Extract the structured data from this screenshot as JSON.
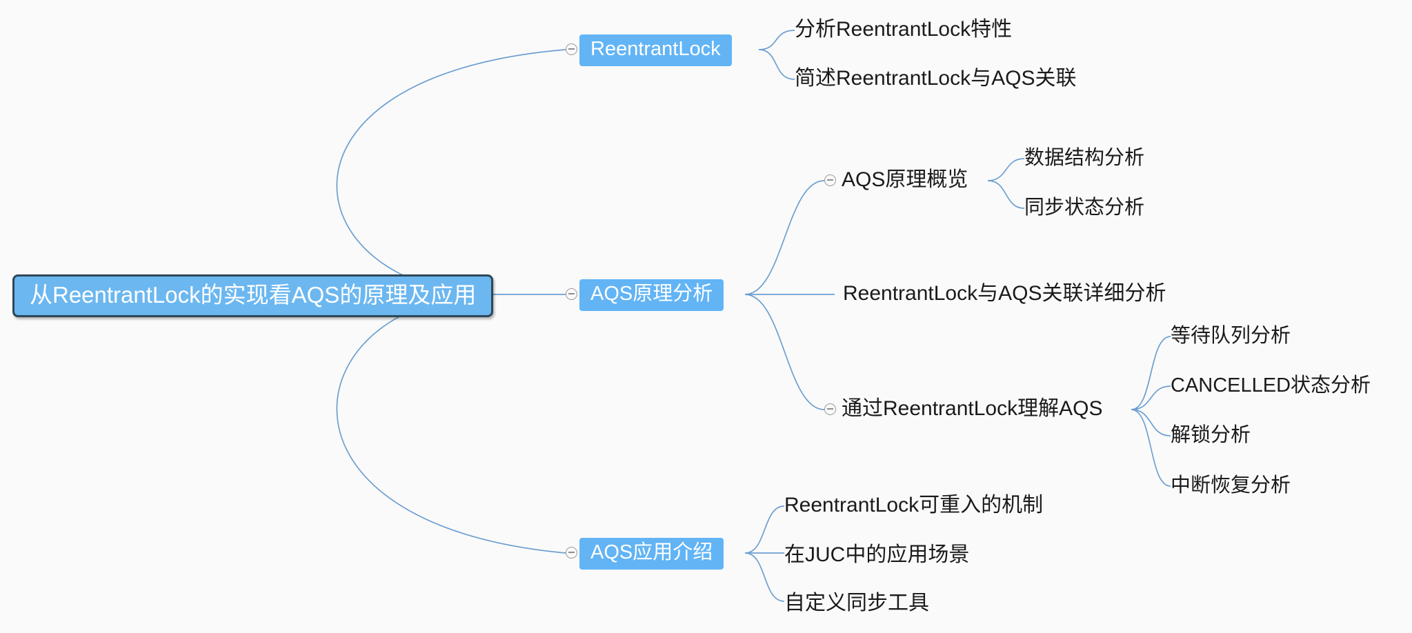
{
  "document": {
    "type": "mindmap",
    "background_color": "#fafafa",
    "edge_color": "#6c9fd0",
    "root_fill": "#6cb7f0",
    "root_border": "#2e4756",
    "branch_fill": "#62b4f5",
    "text_color": "#1a1a1a"
  },
  "mindmap": {
    "root": {
      "label": "从ReentrantLock的实现看AQS的原理及应用"
    },
    "branches": [
      {
        "label": "ReentrantLock",
        "toggle": "collapse-toggle",
        "children": [
          {
            "label": "分析ReentrantLock特性"
          },
          {
            "label": "简述ReentrantLock与AQS关联"
          }
        ]
      },
      {
        "label": "AQS原理分析",
        "toggle": "collapse-toggle",
        "children": [
          {
            "label": "AQS原理概览",
            "toggle": "collapse-toggle",
            "children": [
              {
                "label": "数据结构分析"
              },
              {
                "label": "同步状态分析"
              }
            ]
          },
          {
            "label": "ReentrantLock与AQS关联详细分析",
            "children": []
          },
          {
            "label": "通过ReentrantLock理解AQS",
            "toggle": "collapse-toggle",
            "children": [
              {
                "label": "等待队列分析"
              },
              {
                "label": "CANCELLED状态分析"
              },
              {
                "label": "解锁分析"
              },
              {
                "label": "中断恢复分析"
              }
            ]
          }
        ]
      },
      {
        "label": "AQS应用介绍",
        "toggle": "collapse-toggle",
        "children": [
          {
            "label": "ReentrantLock可重入的机制"
          },
          {
            "label": "在JUC中的应用场景"
          },
          {
            "label": "自定义同步工具"
          }
        ]
      }
    ]
  }
}
